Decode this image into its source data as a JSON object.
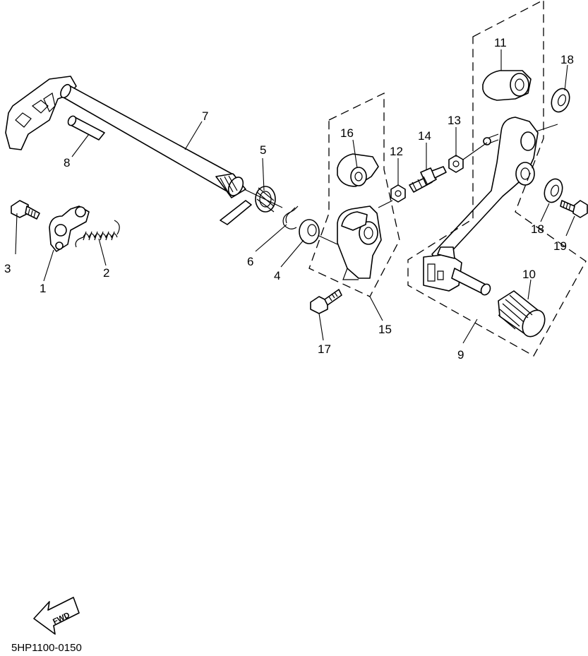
{
  "diagram": {
    "callouts": {
      "c1": "1",
      "c2": "2",
      "c3": "3",
      "c4": "4",
      "c5": "5",
      "c6": "6",
      "c7": "7",
      "c8": "8",
      "c9": "9",
      "c10": "10",
      "c11": "11",
      "c12": "12",
      "c13": "13",
      "c14": "14",
      "c15": "15",
      "c16": "16",
      "c17": "17",
      "c18a": "18",
      "c18b": "18",
      "c19": "19"
    },
    "fwd_label": "FWD",
    "drawing_code": "5HP1100-0150"
  }
}
